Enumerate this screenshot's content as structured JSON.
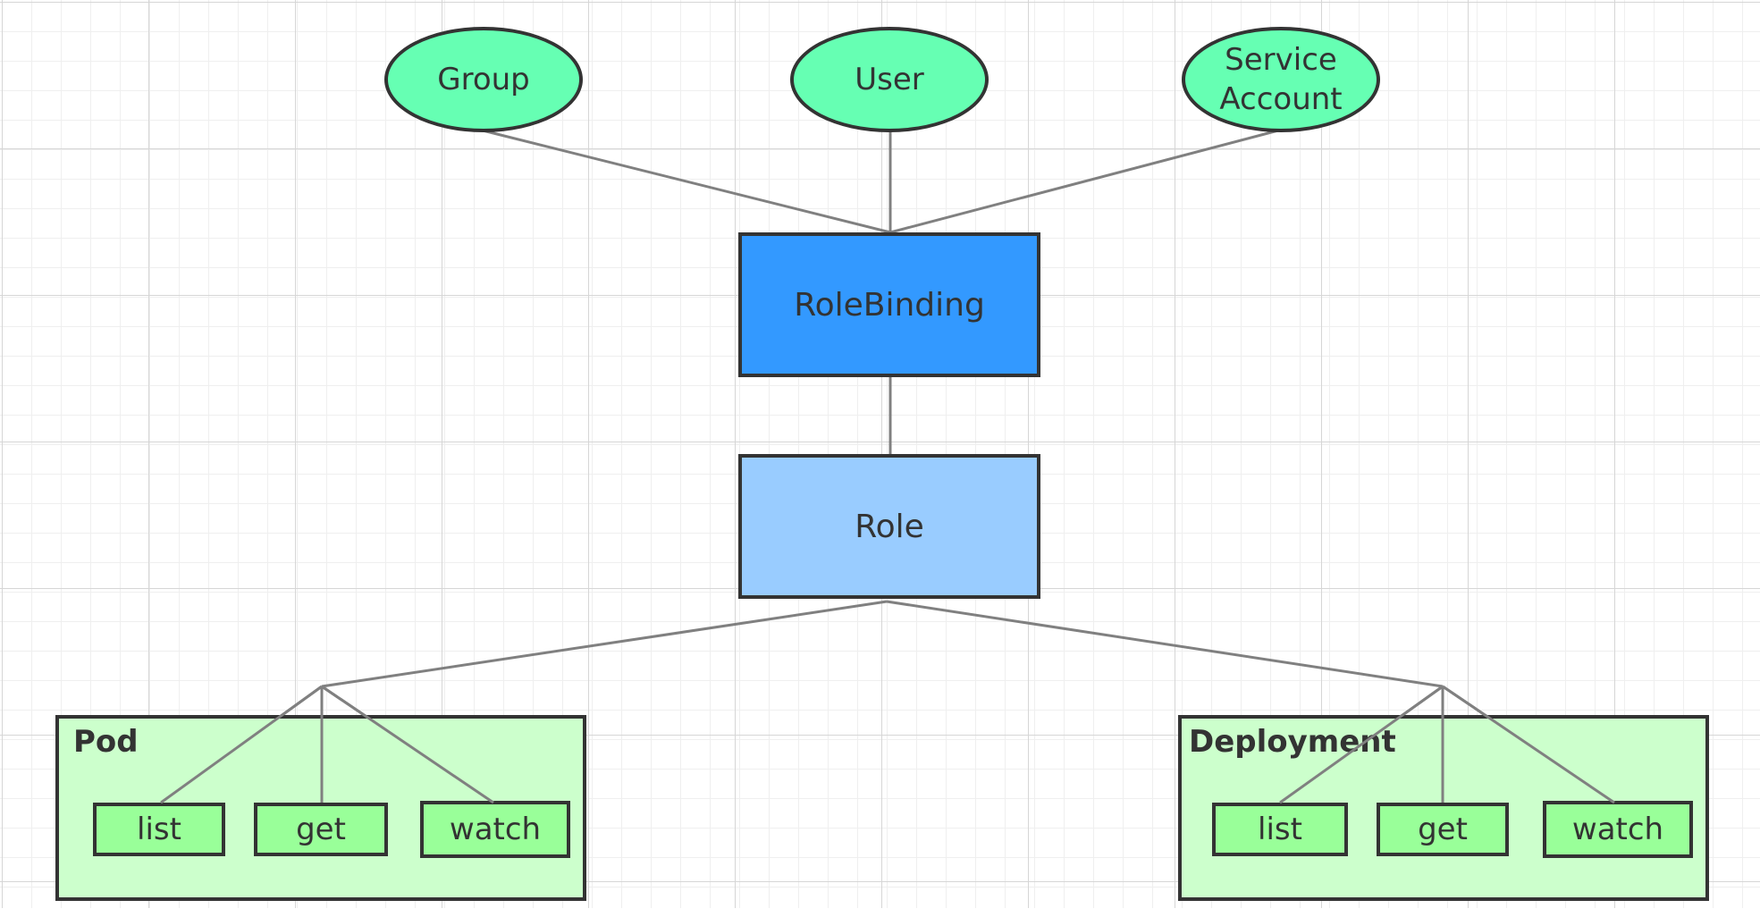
{
  "colors": {
    "subject_fill": "#66ffb3",
    "rolebinding_fill": "#3399ff",
    "role_fill": "#99ccff",
    "resource_fill": "#ccffcc",
    "verb_fill": "#99ff99",
    "border": "#333333",
    "edge": "#808080"
  },
  "subjects": [
    {
      "label": "Group",
      "icon": ""
    },
    {
      "label": "User"
    },
    {
      "label": "Service Account"
    }
  ],
  "rolebinding": {
    "label": "RoleBinding"
  },
  "role": {
    "label": "Role"
  },
  "resources": [
    {
      "title": "Pod",
      "verbs": [
        "list",
        "get",
        "watch"
      ]
    },
    {
      "title": "Deployment",
      "verbs": [
        "list",
        "get",
        "watch"
      ]
    }
  ]
}
